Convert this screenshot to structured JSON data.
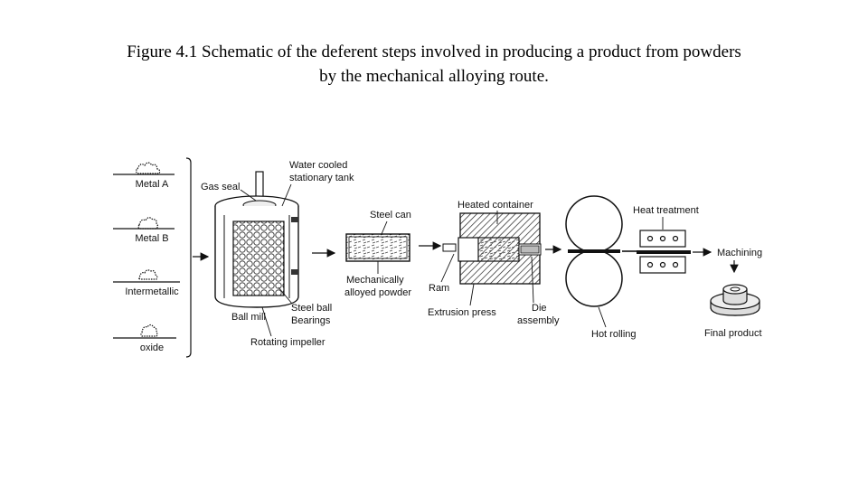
{
  "title": {
    "line1": "Figure 4.1 Schematic of the deferent steps involved in producing a product from powders",
    "line2": "by the mechanical alloying route."
  },
  "powders": {
    "metal_a": "Metal A",
    "metal_b": "Metal B",
    "intermetallic": "Intermetallic",
    "oxide": "oxide"
  },
  "ball_mill": {
    "gas_seal": "Gas seal",
    "water_cooled_1": "Water cooled",
    "water_cooled_2": "stationary tank",
    "ball_mill": "Ball mill",
    "steel_ball_1": "Steel ball",
    "steel_ball_2": "Bearings",
    "impeller": "Rotating impeller"
  },
  "can": {
    "steel_can": "Steel can",
    "powder_1": "Mechanically",
    "powder_2": "alloyed powder"
  },
  "extrusion": {
    "heated_container": "Heated container",
    "ram": "Ram",
    "press": "Extrusion press",
    "die_1": "Die",
    "die_2": "assembly"
  },
  "rolling": {
    "hot_rolling": "Hot rolling"
  },
  "finishing": {
    "heat_treatment": "Heat treatment",
    "machining": "Machining",
    "final_product": "Final product"
  }
}
